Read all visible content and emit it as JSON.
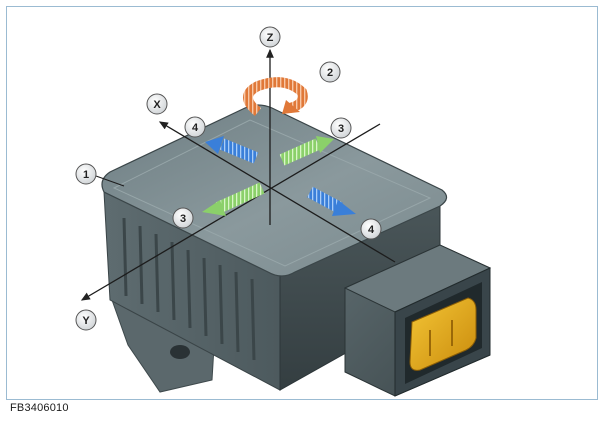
{
  "figure_code": "FB3406010",
  "axes": {
    "x": "X",
    "y": "Y",
    "z": "Z"
  },
  "callouts": {
    "c1": "1",
    "c2": "2",
    "c3a": "3",
    "c3b": "3",
    "c4a": "4",
    "c4b": "4"
  },
  "colors": {
    "frame": "#9bbbd2",
    "housing": "#6f7f83",
    "connector": "#e3a814",
    "arrow_green": "#8bd06a",
    "arrow_blue": "#3a7fd9",
    "arrow_rotation": "#e07838"
  }
}
